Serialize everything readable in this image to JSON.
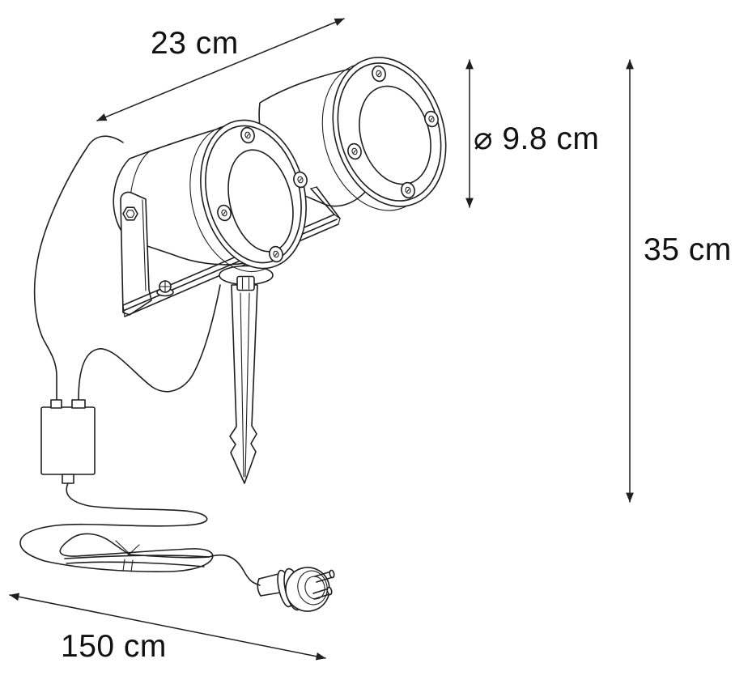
{
  "dimensions": {
    "width": "23 cm",
    "diameter": "⌀ 9.8 cm",
    "height": "35 cm",
    "cable_length": "150 cm"
  },
  "colors": {
    "background": "#ffffff",
    "line": "#1f1f1f",
    "text": "#111111"
  }
}
